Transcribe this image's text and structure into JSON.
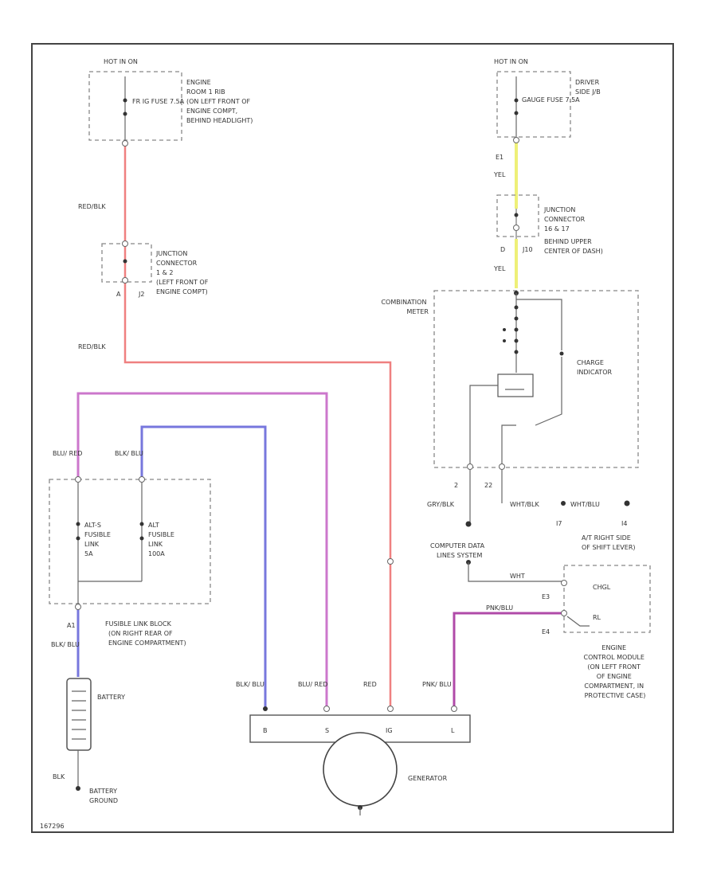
{
  "fuse_box_left": {
    "hot_label": "HOT IN ON",
    "fuse": "FR IG FUSE 7.5A",
    "location": [
      "ENGINE",
      "ROOM 1 RIB",
      "(ON LEFT FRONT OF",
      "ENGINE COMPT,",
      "BEHIND HEADLIGHT)"
    ]
  },
  "fuse_box_right": {
    "hot_label": "HOT IN ON",
    "fuse": "GAUGE FUSE 7.5A",
    "location": [
      "DRIVER",
      "SIDE J/B"
    ]
  },
  "wires": {
    "red_blk_1": "RED/BLK",
    "red_blk_2": "RED/BLK",
    "yel_1": "YEL",
    "yel_2": "YEL",
    "blu_red_top": "BLU/ RED",
    "blk_blu_top": "BLK/ BLU",
    "blk_blu_batt": "BLK/ BLU",
    "gry_blk": "GRY/BLK",
    "wht_blk": "WHT/BLK",
    "pnk_blu": "PNK/BLU",
    "gen_blk_blu": "BLK/ BLU",
    "gen_blu_red": "BLU/ RED",
    "gen_red": "RED",
    "gen_pnk_blu": "PNK/ BLU"
  },
  "junction_left": {
    "pins": [
      "A",
      "J2"
    ],
    "label": [
      "JUNCTION",
      "CONNECTOR",
      "1 & 2",
      "(LEFT FRONT OF",
      "ENGINE COMPT)"
    ]
  },
  "junction_right": {
    "pins": [
      "E1",
      "D",
      "J10"
    ],
    "label": [
      "JUNCTION",
      "CONNECTOR",
      "16 & 17",
      "BEHIND UPPER",
      "CENTER OF DASH)"
    ]
  },
  "combination_meter": {
    "title": [
      "COMBINATION",
      "METER"
    ],
    "indicator": [
      "CHARGE",
      "INDICATOR"
    ],
    "pins": [
      "2",
      "22"
    ]
  },
  "fusible_link_block": {
    "link1": [
      "ALT-S",
      "FUSIBLE",
      "LINK",
      "5A"
    ],
    "link2": [
      "ALT",
      "FUSIBLE",
      "LINK",
      "100A"
    ],
    "pin": "A1",
    "label": [
      "FUSIBLE LINK BLOCK",
      "(ON RIGHT REAR OF",
      "ENGINE COMPARTMENT)"
    ]
  },
  "battery": {
    "label": "BATTERY"
  },
  "ground": {
    "wire": "BLK",
    "label": [
      "BATTERY",
      "GROUND"
    ]
  },
  "data_link": {
    "label": [
      "COMPUTER DATA",
      "LINES SYSTEM"
    ],
    "wire_label": "WHT",
    "wire_label2": "WHT/BLU",
    "pins": [
      "I7",
      "I4"
    ],
    "shift_label": [
      "A/T RIGHT SIDE",
      "OF SHIFT LEVER)"
    ]
  },
  "ecm": {
    "pins": [
      "E3",
      "E4"
    ],
    "terminals": [
      "CHGL",
      "RL"
    ],
    "label": [
      "ENGINE",
      "CONTROL MODULE",
      "(ON LEFT FRONT",
      "OF ENGINE",
      "COMPARTMENT, IN",
      "PROTECTIVE CASE)"
    ]
  },
  "generator": {
    "terminals": [
      "B",
      "S",
      "IG",
      "L"
    ],
    "label": "GENERATOR"
  },
  "footer": {
    "code": "167296"
  },
  "colors": {
    "red_wire": "#ef8080",
    "yel_wire": "#eef078",
    "pink_wire": "#cc77cc",
    "blue_wire": "#7777dd",
    "magenta_wire": "#b04aa8"
  }
}
